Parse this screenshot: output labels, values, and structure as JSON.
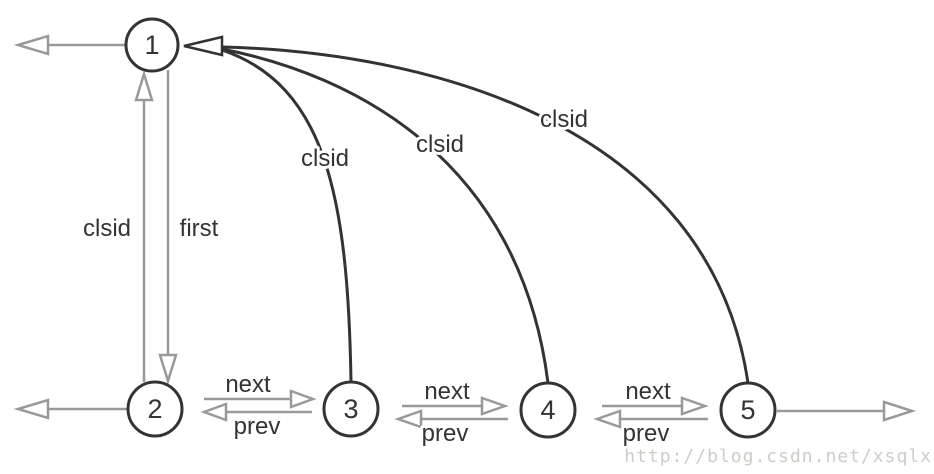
{
  "diagram": {
    "type": "linked-node-structure",
    "watermark": "http://blog.csdn.net/xsqlx",
    "colors": {
      "highlight_node_fill": "#bcd8f6",
      "node_fill": "#ffffff",
      "dark_stroke": "#333333",
      "gray_stroke": "#999999",
      "text": "#333333",
      "watermark_text": "#cdccc7"
    },
    "nodes": [
      {
        "id": "1",
        "label": "1",
        "highlighted": true
      },
      {
        "id": "2",
        "label": "2",
        "highlighted": false
      },
      {
        "id": "3",
        "label": "3",
        "highlighted": false
      },
      {
        "id": "4",
        "label": "4",
        "highlighted": false
      },
      {
        "id": "5",
        "label": "5",
        "highlighted": false
      }
    ],
    "edges": [
      {
        "from": "2",
        "to": "1",
        "label": "clsid"
      },
      {
        "from": "1",
        "to": "2",
        "label": "first"
      },
      {
        "from": "3",
        "to": "1",
        "label": "clsid"
      },
      {
        "from": "4",
        "to": "1",
        "label": "clsid"
      },
      {
        "from": "5",
        "to": "1",
        "label": "clsid"
      },
      {
        "from": "2",
        "to": "3",
        "label": "next"
      },
      {
        "from": "3",
        "to": "2",
        "label": "prev"
      },
      {
        "from": "3",
        "to": "4",
        "label": "next"
      },
      {
        "from": "4",
        "to": "3",
        "label": "prev"
      },
      {
        "from": "4",
        "to": "5",
        "label": "next"
      },
      {
        "from": "5",
        "to": "4",
        "label": "prev"
      }
    ]
  }
}
